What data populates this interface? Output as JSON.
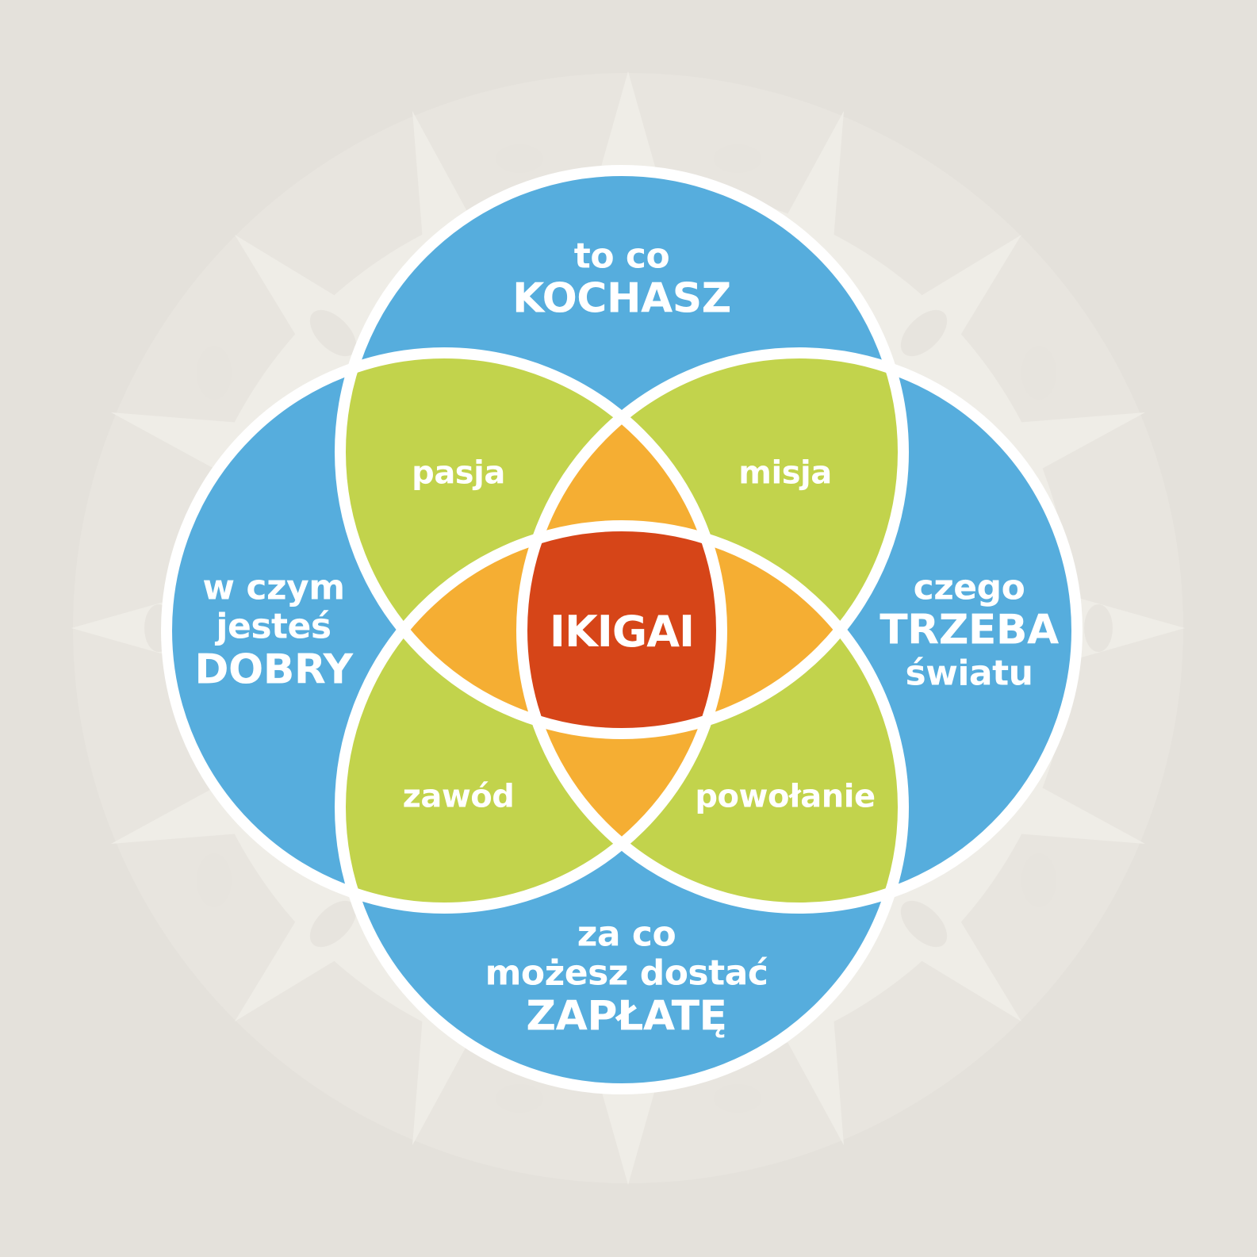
{
  "title": "IKIGAI",
  "colors": {
    "background": "#e4e1db",
    "mandala": "#efede7",
    "mandala_hole": "#e7e4de",
    "single_circle": "#56addd",
    "pair_overlap": "#c2d34c",
    "triple_overlap": "#f5ae33",
    "center": "#d64518",
    "outline": "#ffffff",
    "text": "#ffffff"
  },
  "circles": {
    "top": {
      "line1": "to co",
      "line2": "KOCHASZ"
    },
    "left": {
      "line1": "w czym",
      "line2": "jesteś",
      "line3": "DOBRY"
    },
    "right": {
      "line1": "czego",
      "line2": "TRZEBA",
      "line3": "światu"
    },
    "bottom": {
      "line1": "za co",
      "line2": "możesz dostać",
      "line3": "ZAPŁATĘ"
    }
  },
  "overlaps": {
    "top_left": "pasja",
    "top_right": "misja",
    "bottom_left": "zawód",
    "bottom_right": "powołanie"
  },
  "center": {
    "label": "IKIGAI"
  }
}
